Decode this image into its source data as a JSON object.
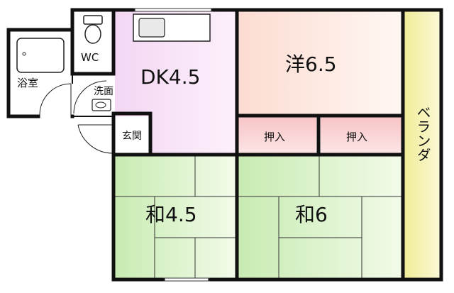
{
  "rooms": {
    "bath": "浴室",
    "wc": "WC",
    "washroom": "洗面",
    "dk": "DK4.5",
    "western": "洋6.5",
    "entrance": "玄関",
    "closet_left": "押入",
    "closet_right": "押入",
    "veranda": "ベランダ",
    "washitsu_small": "和4.5",
    "washitsu_large": "和6"
  },
  "colors": {
    "wall": "#111111",
    "dk_fill": "#fbe6f7",
    "western_fill": "#fdeee6",
    "closet_fill": "#f9cfd0",
    "tatami_fill": "#d6f0c4",
    "veranda_fill": "#f6f3b8",
    "wet_fill": "#ffffff"
  }
}
